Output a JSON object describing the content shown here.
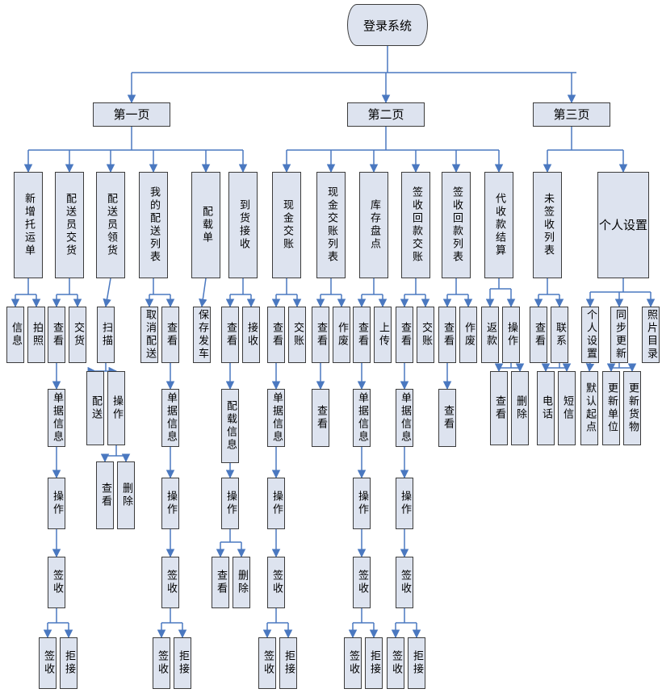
{
  "root": "登录系统",
  "pages": [
    "第一页",
    "第二页",
    "第三页"
  ],
  "p1": {
    "c1": "新增托运单",
    "c1_a": "信息",
    "c1_b": "拍照",
    "c2": "配送员交货",
    "c2_a": "查看",
    "c2_b": "交货",
    "c2_d1": "单据信息",
    "c2_d2": "操作",
    "c2_d3": "签收",
    "c2_e1": "签收",
    "c2_e2": "拒接",
    "c3": "配送员领货",
    "c3_a": "扫描",
    "c3_b1": "配送",
    "c3_b2": "操作",
    "c3_c1": "查看",
    "c3_c2": "删除",
    "c4": "我的配送列表",
    "c4_a": "取消配送",
    "c4_b": "查看",
    "c4_d1": "单据信息",
    "c4_d2": "操作",
    "c4_d3": "签收",
    "c4_e1": "签收",
    "c4_e2": "拒接",
    "c5": "配载单",
    "c5_a": "保存发车",
    "c6": "到货接收",
    "c6_a": "查看",
    "c6_b": "接收",
    "c6_d1": "配载信息",
    "c6_d2": "操作",
    "c6_e1": "查看",
    "c6_e2": "删除"
  },
  "p2": {
    "c1": "现金交账",
    "c1_a": "查看",
    "c1_b": "交账",
    "c1_d1": "单据信息",
    "c1_d2": "操作",
    "c1_d3": "签收",
    "c1_e1": "签收",
    "c1_e2": "拒接",
    "c2": "现金交账列表",
    "c2_a": "查看",
    "c2_b": "作废",
    "c2_d1": "查看",
    "c3": "库存盘点",
    "c3_a": "查看",
    "c3_b": "上传",
    "c3_d1": "单据信息",
    "c3_d2": "操作",
    "c3_d3": "签收",
    "c3_e1": "签收",
    "c3_e2": "拒接",
    "c4": "签收回款交账",
    "c4_a": "查看",
    "c4_b": "交账",
    "c4_d1": "单据信息",
    "c4_d2": "操作",
    "c4_d3": "签收",
    "c4_e1": "签收",
    "c4_e2": "拒接",
    "c5": "签收回款列表",
    "c5_a": "查看",
    "c5_b": "作废",
    "c5_d1": "查看",
    "c6": "代收款结算",
    "c6_a": "返款",
    "c6_b": "操作",
    "c6_d1": "查看",
    "c6_d2": "删除"
  },
  "p3": {
    "c1": "未签收列表",
    "c1_a": "查看",
    "c1_b": "联系",
    "c1_d1": "电话",
    "c1_d2": "短信",
    "c2": "个人设置",
    "c2_a": "个人设置",
    "c2_b": "同步更新",
    "c2_c": "照片目录",
    "c2_d1": "默认起点",
    "c2_e1": "更新单位",
    "c2_e2": "更新货物"
  }
}
